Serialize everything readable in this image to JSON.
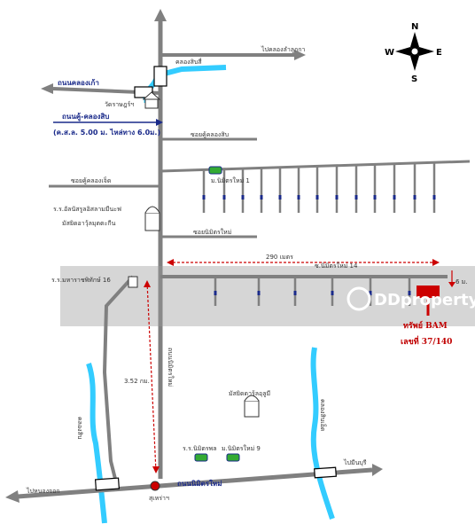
{
  "roads": {
    "top_right_label": "ไปคลองลำลูกกา",
    "klong_label": "คลองสิบสี่",
    "thanon_left_label": "ถนนคลองเก้า",
    "wat_label": "วัดราษฎร์ฯ",
    "info_road_title": "ถนนคู้-คลองสิบ",
    "info_road_spec": "(ค.ส.ล. 5.00 ม. ไหล่ทาง 6.0ม.)",
    "soi_a": "ซอยคู้คลองสิบ",
    "soi_b": "ซอยคู้คลองเจ็ด",
    "school1": "ร.ร.อัลนัสรูลอิสลามมีนะฟ",
    "mosque1": "มัสยิดอาวุ้ลมุตตะกีน",
    "soi_c": "ซอยนิมิตรใหม่",
    "distance_top": "290 เมตร",
    "main_soi": "ซ.นิมิตรใหม่ 14",
    "width_label": "6 ม.",
    "school2": "ร.ร.มหาราชพิทักษ์ 16",
    "vertical_road": "ถนนนิมิตรใหม่",
    "distance_left": "3.52 กม.",
    "mosque2": "มัสยิดดารุ้ลอุลูมี",
    "canal_left": "คลองสิบ",
    "canal_right": "คลองสิบเอ็ด",
    "market": "ร.ร.นิมิตรพล",
    "shop": "ม.นิมิตรใหม่ 9",
    "bottom_road": "ถนนนิมิตรใหม่",
    "bottom_left": "ไปหนองจอก",
    "bottom_right": "ไปมีนบุรี",
    "bottom_point": "สุเหร่าฯ",
    "upper_shop": "ม.นิมิตรใหม่ 1"
  },
  "property": {
    "title": "ทรัพย์ BAM",
    "lot": "เลขที่ 37/140",
    "marker_color": "#cc0000"
  },
  "compass": {
    "n": "N",
    "s": "S",
    "e": "E",
    "w": "W"
  },
  "watermark": {
    "text": "DDproperty"
  },
  "colors": {
    "road": "#808080",
    "water": "#33ccff",
    "blue_text": "#1a2a8a",
    "red": "#cc0000"
  }
}
